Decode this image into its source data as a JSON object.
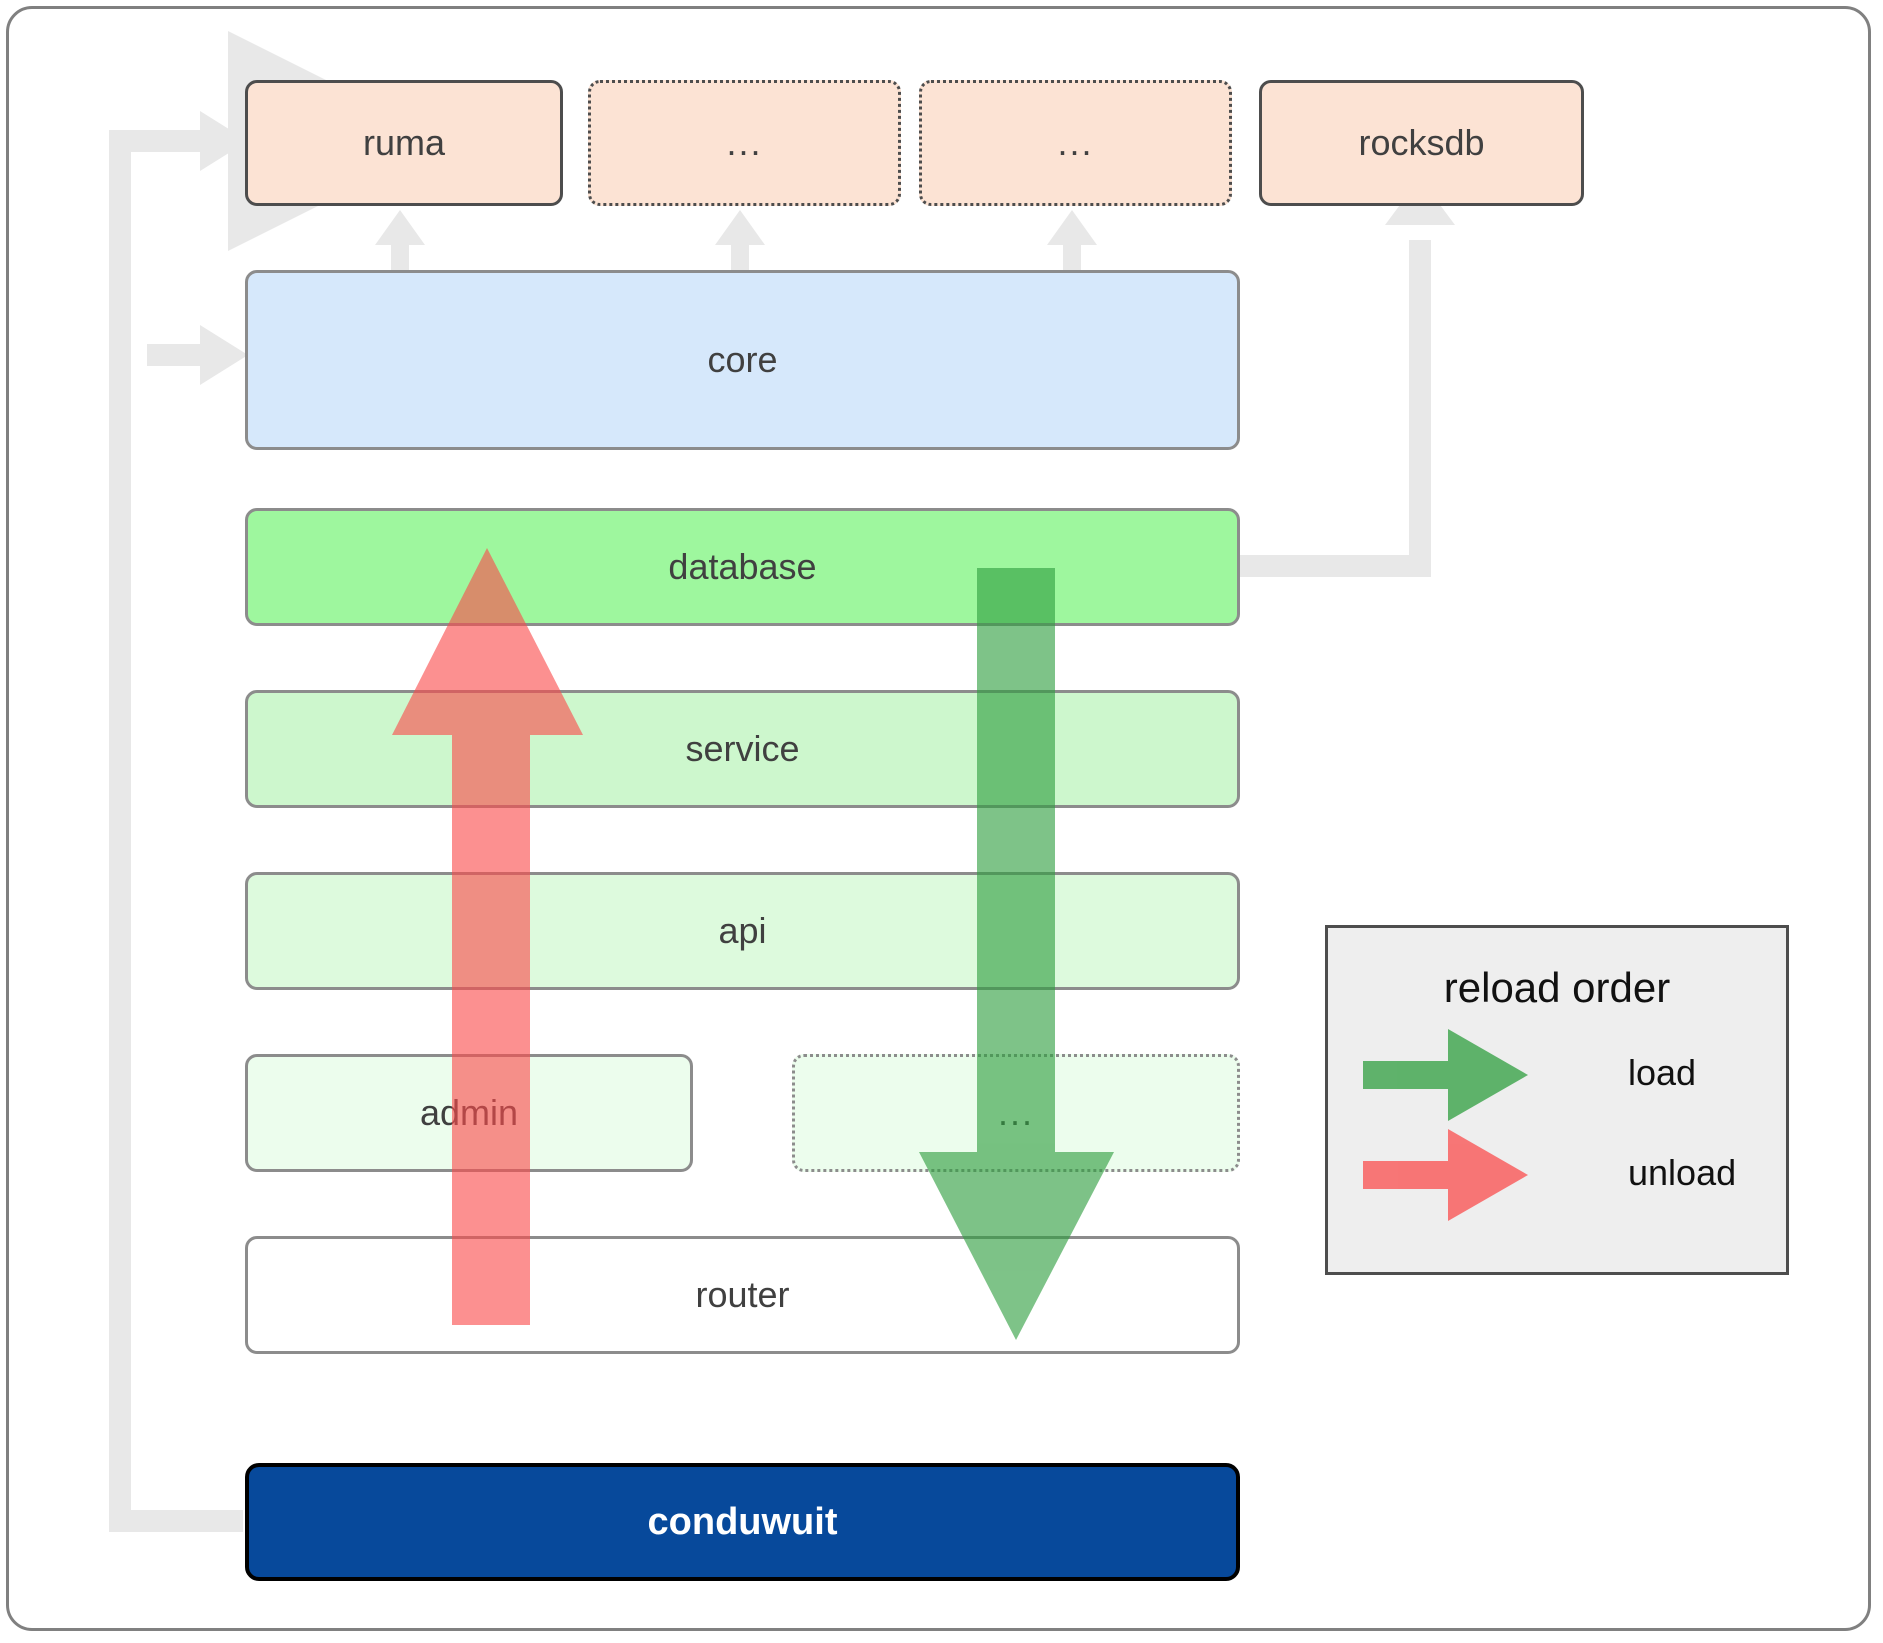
{
  "diagram": {
    "title": "conduwuit crate dependency / reload order diagram",
    "colors": {
      "peach": "#fce3d4",
      "blue": "#d6e8fb",
      "green_dark": "#9ef79e",
      "green_mid": "#cdf7cd",
      "green_light": "#ddfadd",
      "green_lightest": "#ecfded",
      "navy": "#07499b",
      "connector_gray": "#e8e8e8",
      "border_gray": "#8c8c8c",
      "border_dark": "#4d4d4d",
      "load_green": "#57ab5a",
      "unload_red": "#fa8b8b",
      "legend_bg": "#eeeeee"
    },
    "top_row": [
      {
        "label": "ruma",
        "style": "solid"
      },
      {
        "label": "...",
        "style": "dotted"
      },
      {
        "label": "...",
        "style": "dotted"
      },
      {
        "label": "rocksdb",
        "style": "solid"
      }
    ],
    "stack": [
      {
        "label": "core",
        "style": "solid"
      },
      {
        "label": "database",
        "style": "solid"
      },
      {
        "label": "service",
        "style": "solid"
      },
      {
        "label": "api",
        "style": "solid"
      },
      {
        "label": "admin",
        "style": "solid"
      },
      {
        "label": "...",
        "style": "dotted"
      },
      {
        "label": "router",
        "style": "solid"
      }
    ],
    "binary": {
      "label": "conduwuit"
    }
  },
  "legend": {
    "title": "reload order",
    "items": [
      {
        "label": "load",
        "color": "#57ab5a"
      },
      {
        "label": "unload",
        "color": "#fa8b8b"
      }
    ]
  },
  "arrows": {
    "load": {
      "direction": "down",
      "color": "#57ab5a"
    },
    "unload": {
      "direction": "up",
      "color": "#fa8b8b"
    }
  }
}
